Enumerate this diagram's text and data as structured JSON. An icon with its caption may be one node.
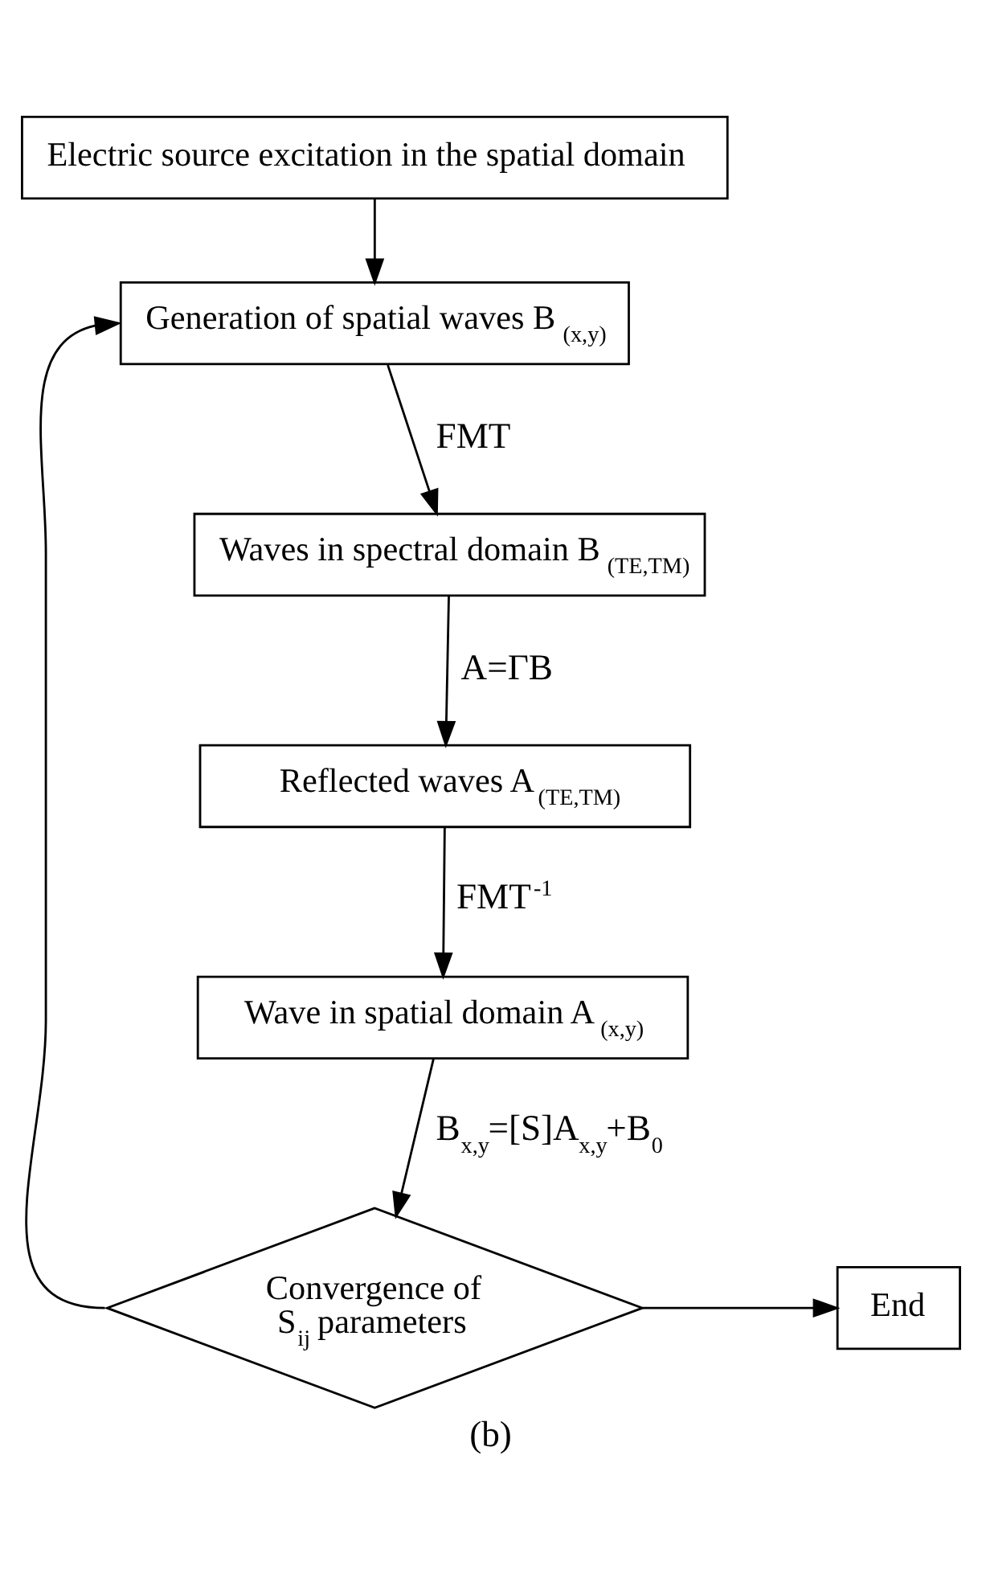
{
  "diagram": {
    "caption": "(b)",
    "nodes": [
      {
        "text": [
          "Electric source excitation in the spatial domain"
        ]
      },
      {
        "text": [
          "Generation of spatial waves B$_{(x,y)}$"
        ]
      },
      {
        "text": [
          "Waves in spectral domain B$_{(TE,TM)}$"
        ]
      },
      {
        "text": [
          "Reflected waves A$_{(TE,TM)}$"
        ]
      },
      {
        "text": [
          "Wave in spatial domain A$_{(x,y)}$"
        ]
      },
      {
        "text": [
          "Convergence of S$_{ij}$ parameters"
        ]
      },
      {
        "text": [
          "End"
        ]
      }
    ],
    "edges": [
      {
        "from": 0,
        "to": 1,
        "arrow": "to"
      },
      {
        "from": 1,
        "to": 2,
        "arrow": "to",
        "label": "FMT"
      },
      {
        "from": 2,
        "to": 3,
        "arrow": "to",
        "label": "A=ΓB"
      },
      {
        "from": 3,
        "to": 4,
        "arrow": "to",
        "label": "FMT$^{-1}$"
      },
      {
        "from": 4,
        "to": 5,
        "arrow": "to",
        "label": "B$_{x,y}$=[S]A$_{x,y}$+B$_{0}$"
      },
      {
        "from": 5,
        "to": 6,
        "arrow": "to"
      },
      {
        "from": 5,
        "to": 1,
        "arrow": "to"
      }
    ]
  }
}
